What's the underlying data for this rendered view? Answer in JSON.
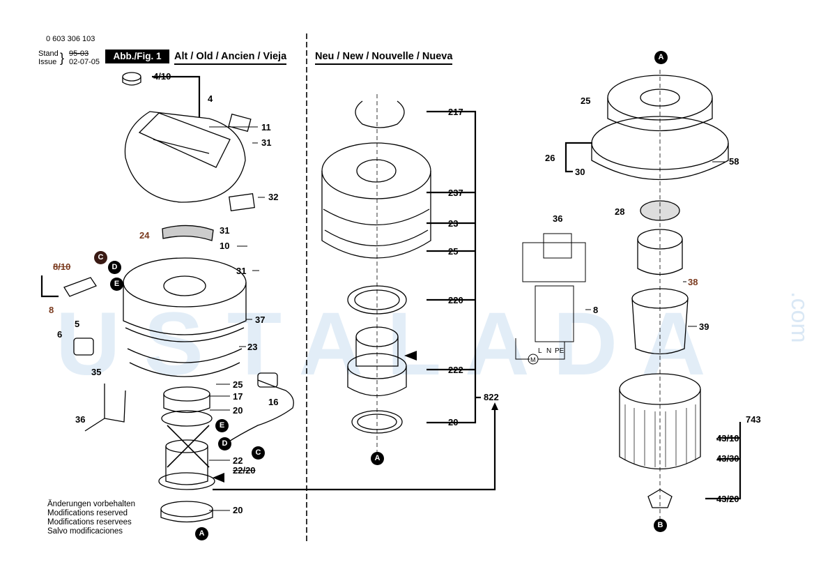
{
  "header": {
    "part_number": "0 603 306 103",
    "stand_label": "Stand",
    "issue_label": "Issue",
    "stand_date": "95-03",
    "issue_date": "02-07-05",
    "fig_badge": "Abb./Fig. 1",
    "old_title": "Alt / Old / Ancien / Vieja",
    "new_title": "Neu / New / Nouvelle / Nueva"
  },
  "notes": {
    "line1": "Änderungen vorbehalten",
    "line2": "Modifications reserved",
    "line3": "Modifications reservees",
    "line4": "Salvo modificaciones"
  },
  "callouts": {
    "old": [
      "4/10",
      "4",
      "11",
      "31",
      "32",
      "24",
      "31",
      "10",
      "31",
      "8/10",
      "8",
      "5",
      "6",
      "37",
      "23",
      "35",
      "25",
      "17",
      "20",
      "36",
      "16",
      "22",
      "22/20",
      "20"
    ],
    "new": [
      "217",
      "237",
      "23",
      "25",
      "220",
      "222",
      "822",
      "20"
    ],
    "right": [
      "25",
      "26",
      "30",
      "58",
      "28",
      "36",
      "38",
      "8",
      "39",
      "743",
      "43/10",
      "43/30",
      "43/20"
    ]
  },
  "wiring_labels": {
    "l": "L",
    "n": "N",
    "pe": "PE",
    "motor": "M"
  },
  "markers": {
    "a": "A",
    "b": "B",
    "c": "C",
    "d": "D",
    "e": "E"
  },
  "watermark": {
    "text": "USTALADA",
    "suffix": ".com"
  },
  "colors": {
    "ink": "#000000",
    "accent_brown": "#7a3a1e",
    "watermark": "#96bee1"
  }
}
